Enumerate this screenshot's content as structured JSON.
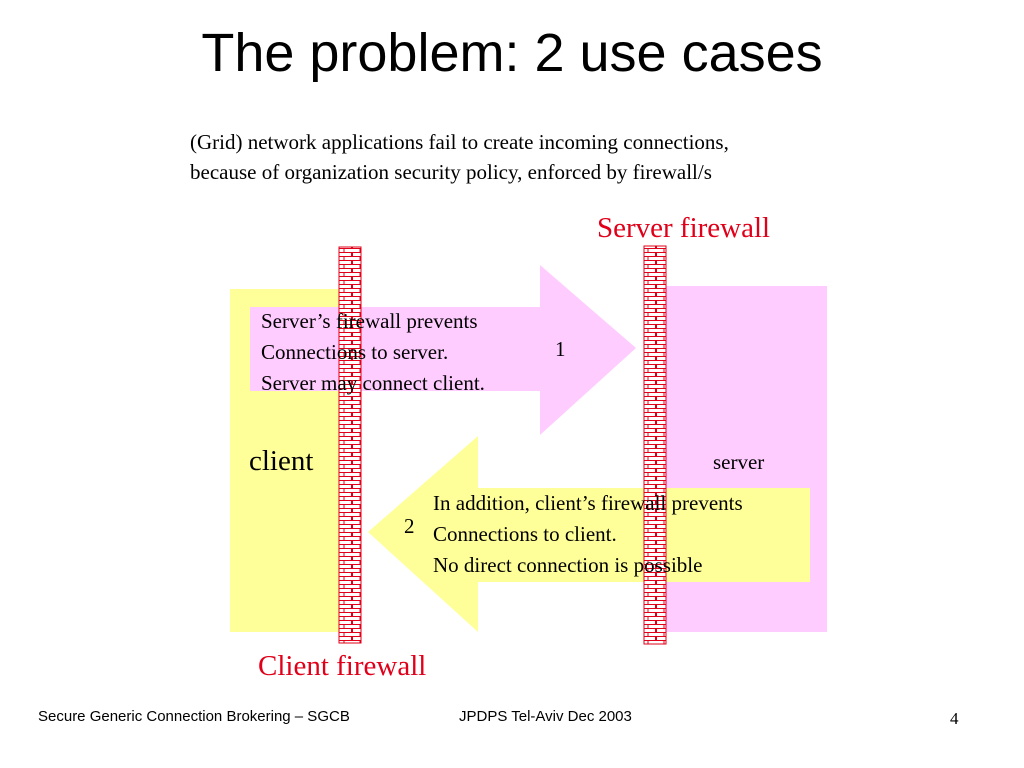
{
  "slide": {
    "title": "The problem: 2 use cases",
    "intro": [
      "(Grid) network applications fail to create incoming connections,",
      "because of organization security policy, enforced by firewall/s"
    ]
  },
  "diagram": {
    "server_firewall_label": "Server firewall",
    "client_firewall_label": "Client firewall",
    "client_label": "client",
    "server_label": "server",
    "case1": {
      "number": "1",
      "lines": [
        "Server’s firewall prevents",
        "Connections to server.",
        "Server may connect client."
      ]
    },
    "case2": {
      "number": "2",
      "lines": [
        "In addition, client’s firewall prevents",
        "Connections to client.",
        "No direct connection is possible"
      ]
    }
  },
  "footer": {
    "left": "Secure Generic Connection Brokering – SGCB",
    "center": "JPDPS Tel-Aviv Dec 2003",
    "page_number": "4"
  },
  "colors": {
    "client_box": "#ffff99",
    "server_box": "#ffccff",
    "firewall_brick": "#e0001a",
    "firewall_label": "#e0001a"
  }
}
